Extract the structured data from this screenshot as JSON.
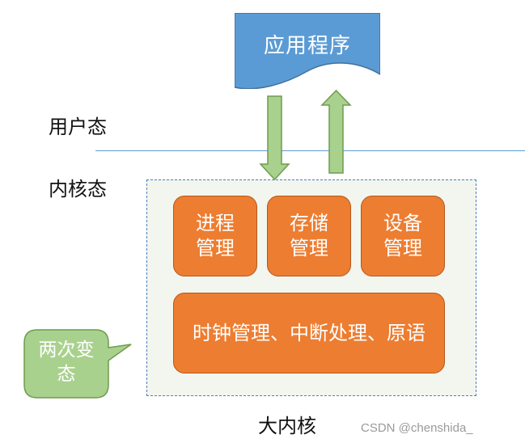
{
  "application": {
    "label": "应用程序"
  },
  "modes": {
    "user": "用户态",
    "kernel": "内核态"
  },
  "modules": {
    "process": "进程管理",
    "storage": "存储管理",
    "device": "设备管理",
    "core": "时钟管理、中断处理、原语"
  },
  "callout": {
    "label": "两次变态"
  },
  "kernel_caption": "大内核",
  "watermark": "CSDN @chenshida_",
  "colors": {
    "app_fill": "#5b9bd5",
    "module_fill": "#ed7d31",
    "arrow_fill": "#a9d18e",
    "callout_fill": "#a9d18e",
    "separator": "#5b9bd5",
    "kernel_border": "#4a7fbf"
  }
}
